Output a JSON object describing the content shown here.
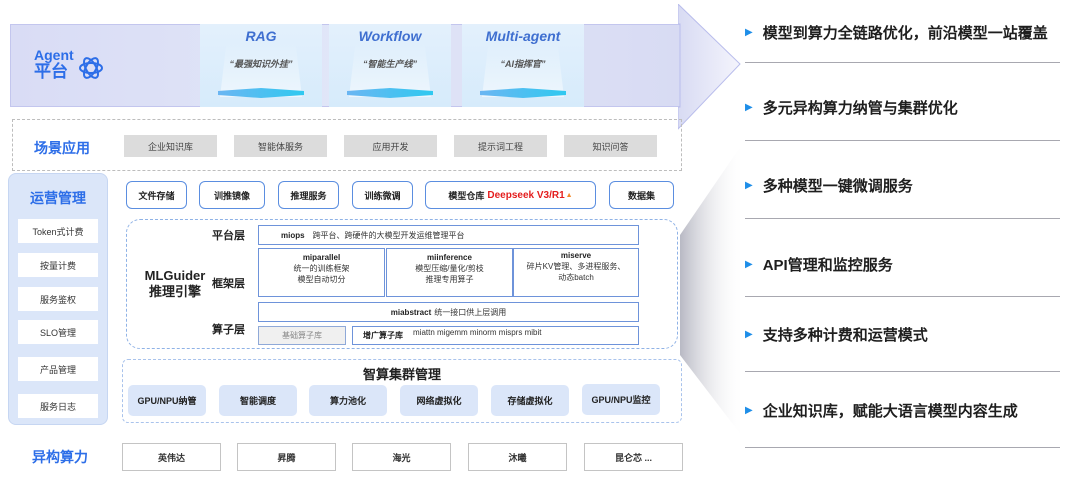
{
  "agent_platform": {
    "title_en": "Agent",
    "title_zh": "平台",
    "icon": "atom-icon",
    "cards": [
      {
        "title": "RAG",
        "subtitle": "“最强知识外挂”"
      },
      {
        "title": "Workflow",
        "subtitle": "“智能生产线”"
      },
      {
        "title": "Multi-agent",
        "subtitle": "“AI指挥官”"
      }
    ]
  },
  "scenarios": {
    "label": "场景应用",
    "items": [
      "企业知识库",
      "智能体服务",
      "应用开发",
      "提示词工程",
      "知识问答"
    ]
  },
  "operations": {
    "label": "运营管理",
    "items": [
      "Token式计费",
      "按量计费",
      "服务鉴权",
      "SLO管理",
      "产品管理",
      "服务日志"
    ]
  },
  "services": {
    "items": [
      "文件存储",
      "训推镜像",
      "推理服务",
      "训练微调"
    ],
    "model_repo": {
      "label": "模型仓库",
      "highlight": "Deepseek V3/R1",
      "badge_icon": "flame-icon"
    },
    "dataset": "数据集",
    "highlight_color": "#e41d1d"
  },
  "engine": {
    "name_line1": "MLGuider",
    "name_line2": "推理引擎",
    "layers": {
      "platform": {
        "label": "平台层",
        "module": "miops",
        "desc": "跨平台、跨硬件的大模型开发运维管理平台"
      },
      "framework": {
        "label": "框架层",
        "modules": [
          {
            "name": "miparallel",
            "line1": "统一的训练框架",
            "line2": "模型自动切分"
          },
          {
            "name": "miinference",
            "line1": "模型压缩/量化/剪枝",
            "line2": "推理专用算子"
          },
          {
            "name": "miserve",
            "line1": "碎片KV管理、多进程服务、",
            "line2": "动态batch"
          }
        ]
      },
      "operator": {
        "label": "算子层",
        "abstract_name": "miabstract",
        "abstract_desc": "统一接口供上层调用",
        "base_lib": "基础算子库",
        "ext_lib": "增广算子库",
        "ext_ops": "miattn migemm minorm misprs mibit"
      }
    }
  },
  "cluster": {
    "title": "智算集群管理",
    "items": [
      "GPU/NPU纳管",
      "智能调度",
      "算力池化",
      "网络虚拟化",
      "存储虚拟化",
      "GPU/NPU监控"
    ]
  },
  "hardware": {
    "label": "异构算力",
    "items": [
      "英伟达",
      "昇腾",
      "海光",
      "沐曦",
      "昆仑芯 ..."
    ]
  },
  "features": [
    "模型到算力全链路优化，前沿模型一站覆盖",
    "多元异构算力纳管与集群优化",
    "多种模型一键微调服务",
    "API管理和监控服务",
    "支持多种计费和运营模式",
    "企业知识库，赋能大语言模型内容生成"
  ],
  "colors": {
    "accent_blue": "#2d6ee8",
    "bullet_blue": "#1e8ee8",
    "panel_blue": "#dbe6f9"
  }
}
